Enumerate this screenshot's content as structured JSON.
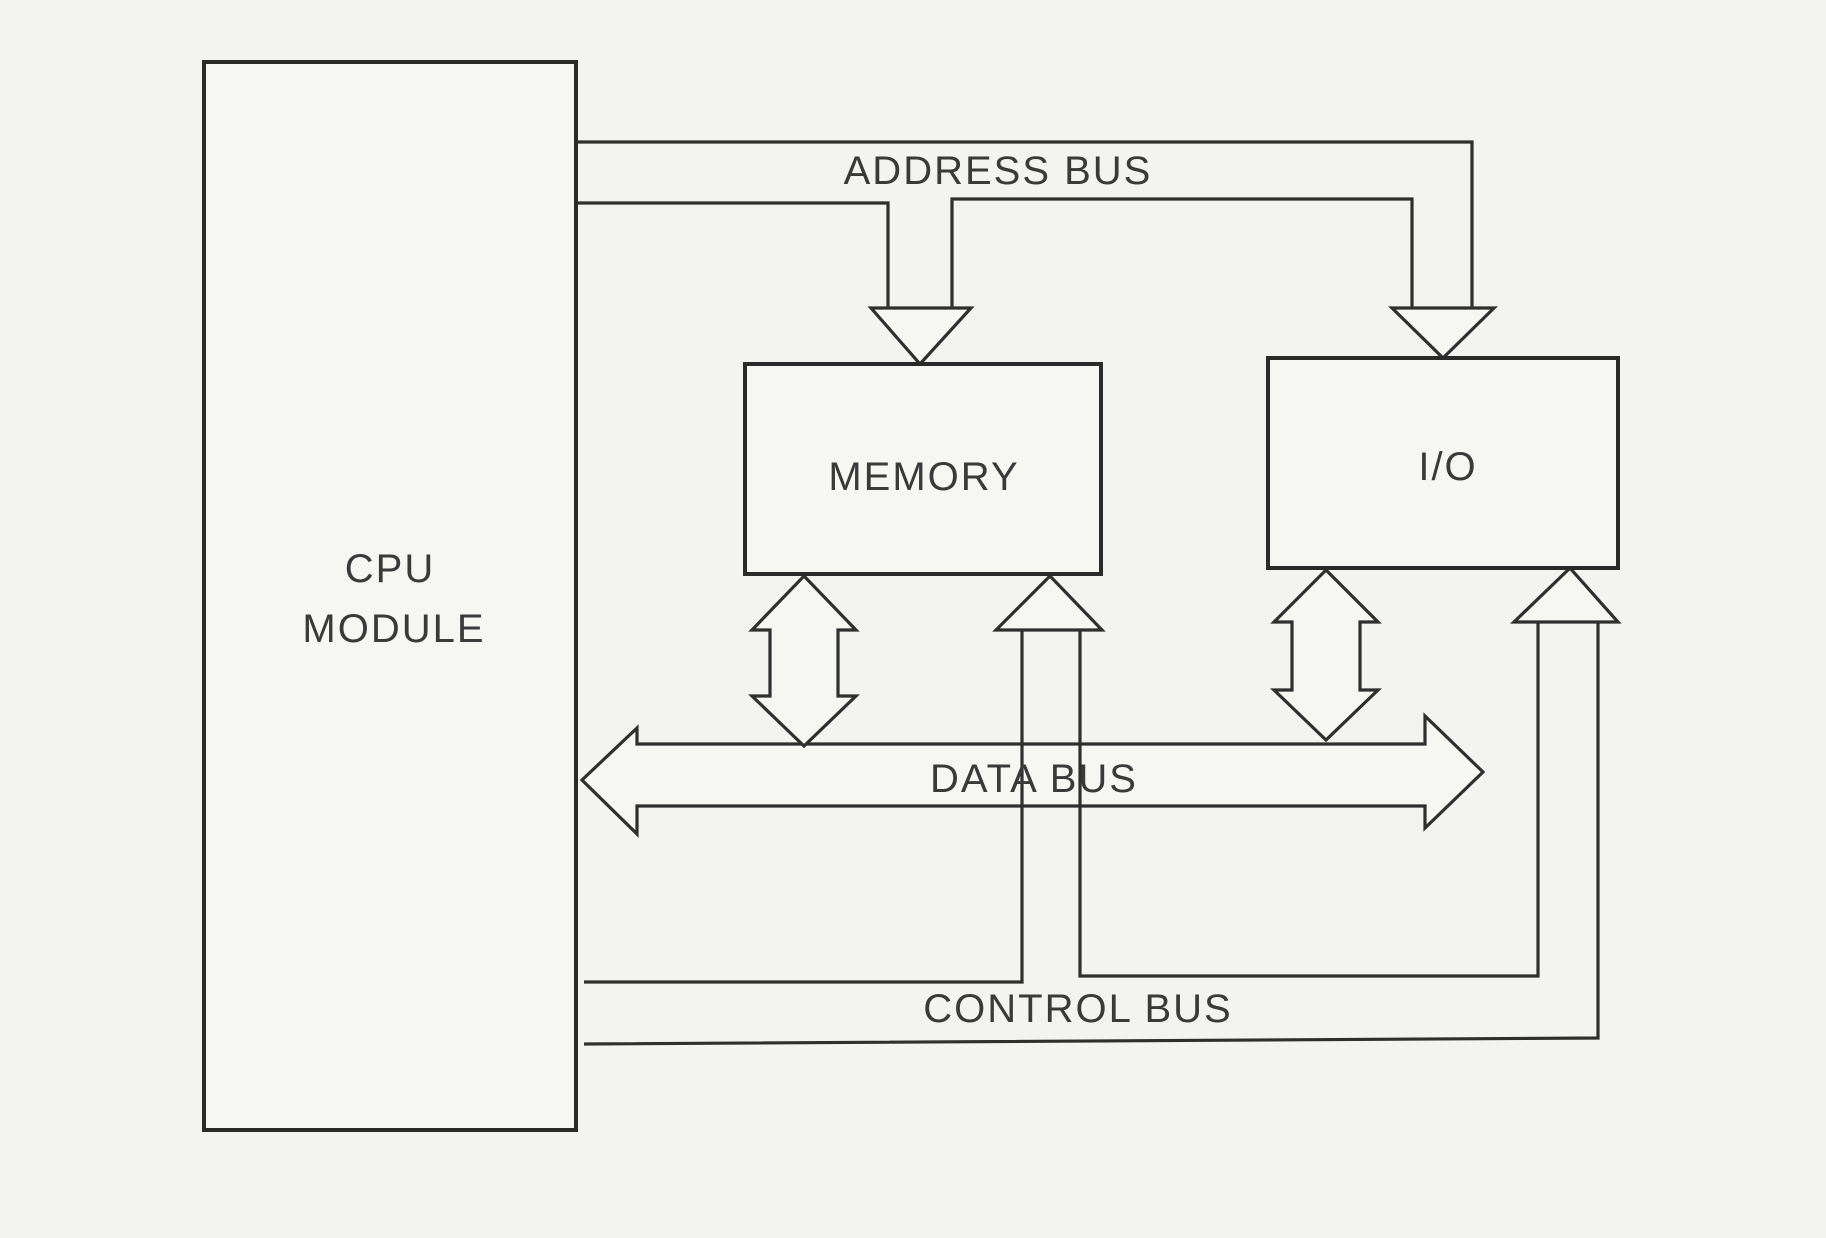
{
  "diagram": {
    "blocks": {
      "cpu": {
        "line1": "CPU",
        "line2": "MODULE"
      },
      "memory": {
        "label": "MEMORY"
      },
      "io": {
        "label": "I/O"
      }
    },
    "buses": {
      "address": "ADDRESS BUS",
      "data": "DATA BUS",
      "control": "CONTROL BUS"
    },
    "colors": {
      "paper": "#f3f3f1",
      "ink": "#2f2f2f"
    }
  }
}
